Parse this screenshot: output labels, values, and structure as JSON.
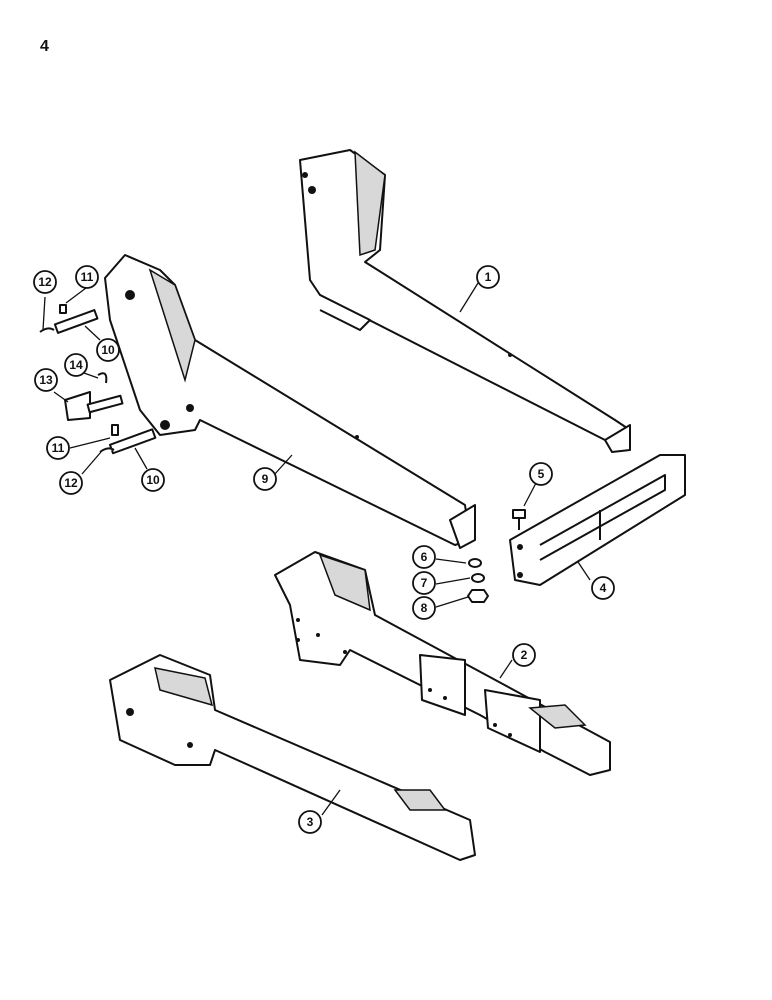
{
  "page_number": "4",
  "callouts": [
    "1",
    "2",
    "3",
    "4",
    "5",
    "6",
    "7",
    "8",
    "9",
    "10",
    "11",
    "12",
    "13",
    "14"
  ]
}
